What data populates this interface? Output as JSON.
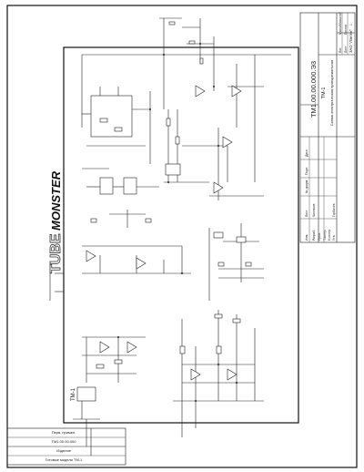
{
  "document": {
    "designation": "ТМ1.00.00.000.Э3",
    "product_name": "ТМ-1",
    "sheet_title": "Схема электрическая принципиальная",
    "stage_header": "Лит.",
    "mass_header": "Масса",
    "scale_header": "Масштаб",
    "sheet_label": "Лист",
    "sheets_label": "Листов",
    "sheets_count": "1",
    "company": "ЗАО \"Лэнтек\"",
    "left_column_label": "ТМ-1",
    "roles": {
      "developer_label": "Разраб.",
      "developer_name": "Чистяков",
      "checker_label": "Пров.",
      "tech_label": "Т.контр.",
      "norm_label": "Н.контр.",
      "approver_label": "Утв.",
      "approver_name": "Горбачев"
    },
    "revision_headers": [
      "Изм.",
      "Лист",
      "№ докум.",
      "Подп.",
      "Дата"
    ]
  },
  "side_stamp": {
    "primary_use_label": "Перв. примен.",
    "primary_use_value": "ТМ1.00.00.000",
    "product_label": "Изделие",
    "product_value": "Готовые модели ТМ-1"
  },
  "logo": {
    "text_tube": "TUBE",
    "text_monster": "MONSTER"
  },
  "colors": {
    "ink": "#222222",
    "paper": "#ffffff",
    "logo_fill": "#111111"
  }
}
